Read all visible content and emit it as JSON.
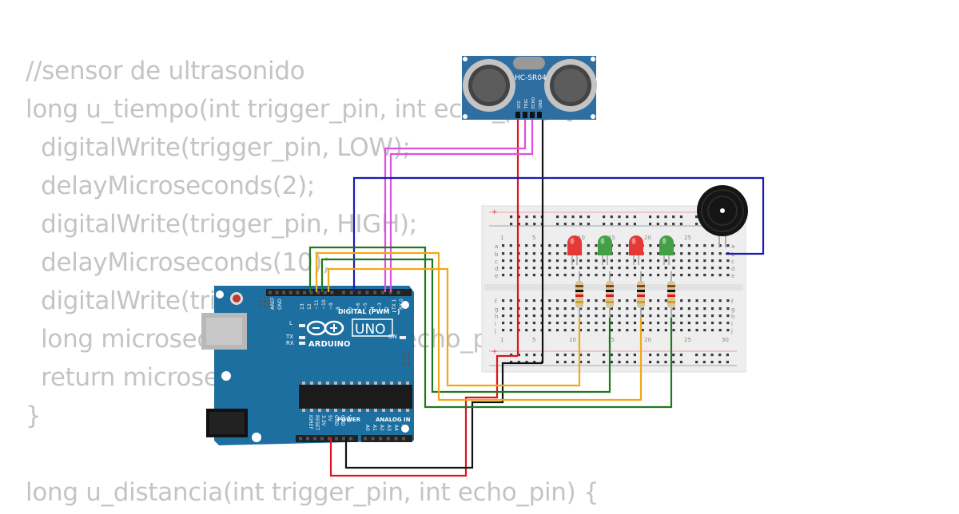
{
  "code_lines": [
    "//sensor de ultrasonido",
    "long u_tiempo(int trigger_pin, int echo_pin) {",
    "  digitalWrite(trigger_pin, LOW);",
    "  delayMicroseconds(2);",
    "  digitalWrite(trigger_pin, HIGH);",
    "  delayMicroseconds(10);",
    "  digitalWrite(trigger_pin, LOW);",
    "  long microseconds = pulseIn(echo_pin, HIGH);",
    "  return microseconds;",
    "}",
    "",
    "long u_distancia(int trigger_pin, int echo_pin) {"
  ],
  "sensor": {
    "model": "HC-SR04",
    "pins": [
      "VCC",
      "TRIG",
      "ECHO",
      "GND"
    ]
  },
  "arduino": {
    "brand": "ARDUINO",
    "model": "UNO",
    "digital_header": "DIGITAL (PWM ~)",
    "digital_pins": [
      "AREF",
      "GND",
      "13",
      "12",
      "~11",
      "~10",
      "~9",
      "8",
      "7",
      "~6",
      "~5",
      "4",
      "~3",
      "2",
      "TX 1",
      "RX 0"
    ],
    "power_header": "POWER",
    "power_pins": [
      "IOREF",
      "RESET",
      "3.3V",
      "5V",
      "GND",
      "GND",
      "Vin"
    ],
    "analog_header": "ANALOG IN",
    "analog_pins": [
      "A0",
      "A1",
      "A2",
      "A3",
      "A4",
      "A5"
    ],
    "led_labels": [
      "L",
      "TX",
      "RX"
    ],
    "on_label": "ON"
  },
  "breadboard": {
    "column_numbers": [
      "1",
      "5",
      "10",
      "15",
      "20",
      "25",
      "30"
    ],
    "row_letters_top": [
      "a",
      "b",
      "c",
      "d",
      "e"
    ],
    "row_letters_bottom": [
      "f",
      "g",
      "h",
      "i",
      "j"
    ]
  },
  "leds": [
    {
      "color": "#e53935"
    },
    {
      "color": "#43a047"
    },
    {
      "color": "#e53935"
    },
    {
      "color": "#43a047"
    }
  ],
  "wire_colors": {
    "red": "#e0141e",
    "black": "#111111",
    "magenta": "#e050e0",
    "blue": "#1a1ab0",
    "green": "#1f7a1f",
    "orange": "#f0a818"
  }
}
